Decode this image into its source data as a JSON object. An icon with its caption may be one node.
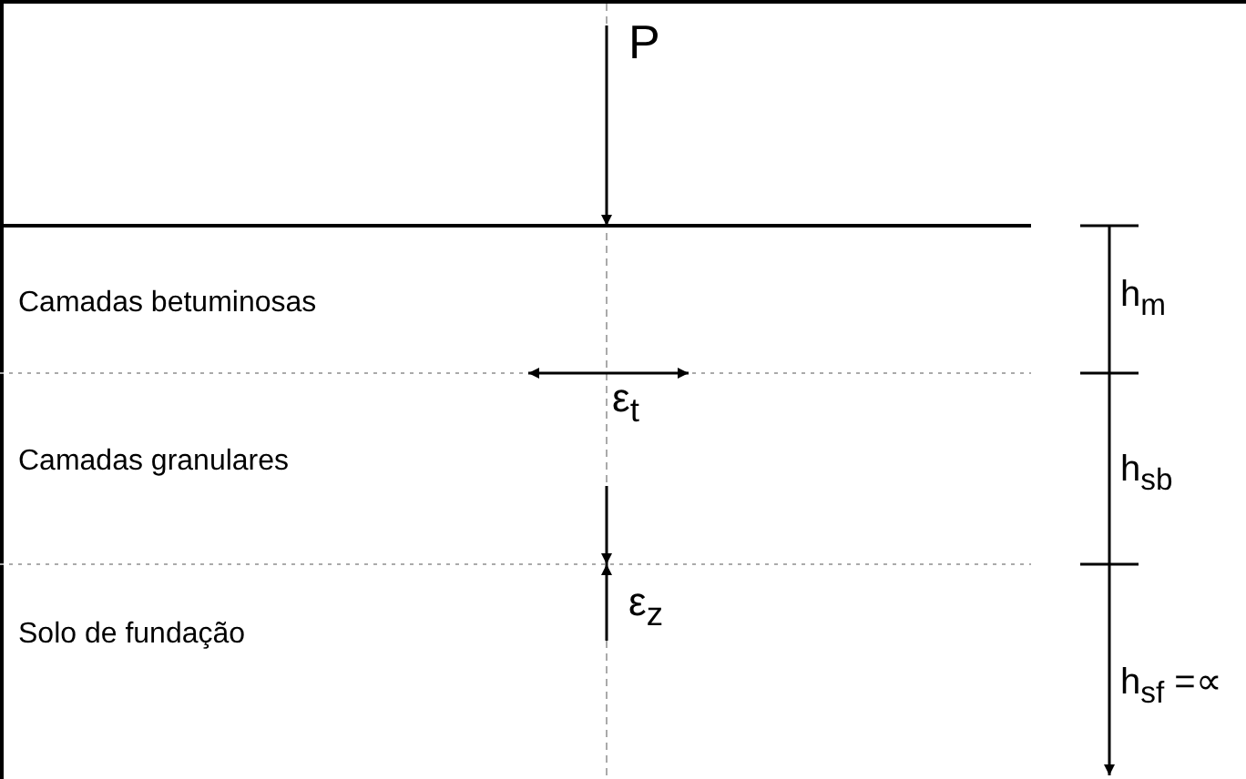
{
  "diagram": {
    "labels": [
      "P",
      "Camadas betuminosas",
      "h$_{m}$",
      "ε$_{t}$",
      "Camadas granulares",
      "h$_{sb}$",
      "ε$_{z}$",
      "Solo de fundação",
      "h$_{sf}$ =∝"
    ]
  }
}
